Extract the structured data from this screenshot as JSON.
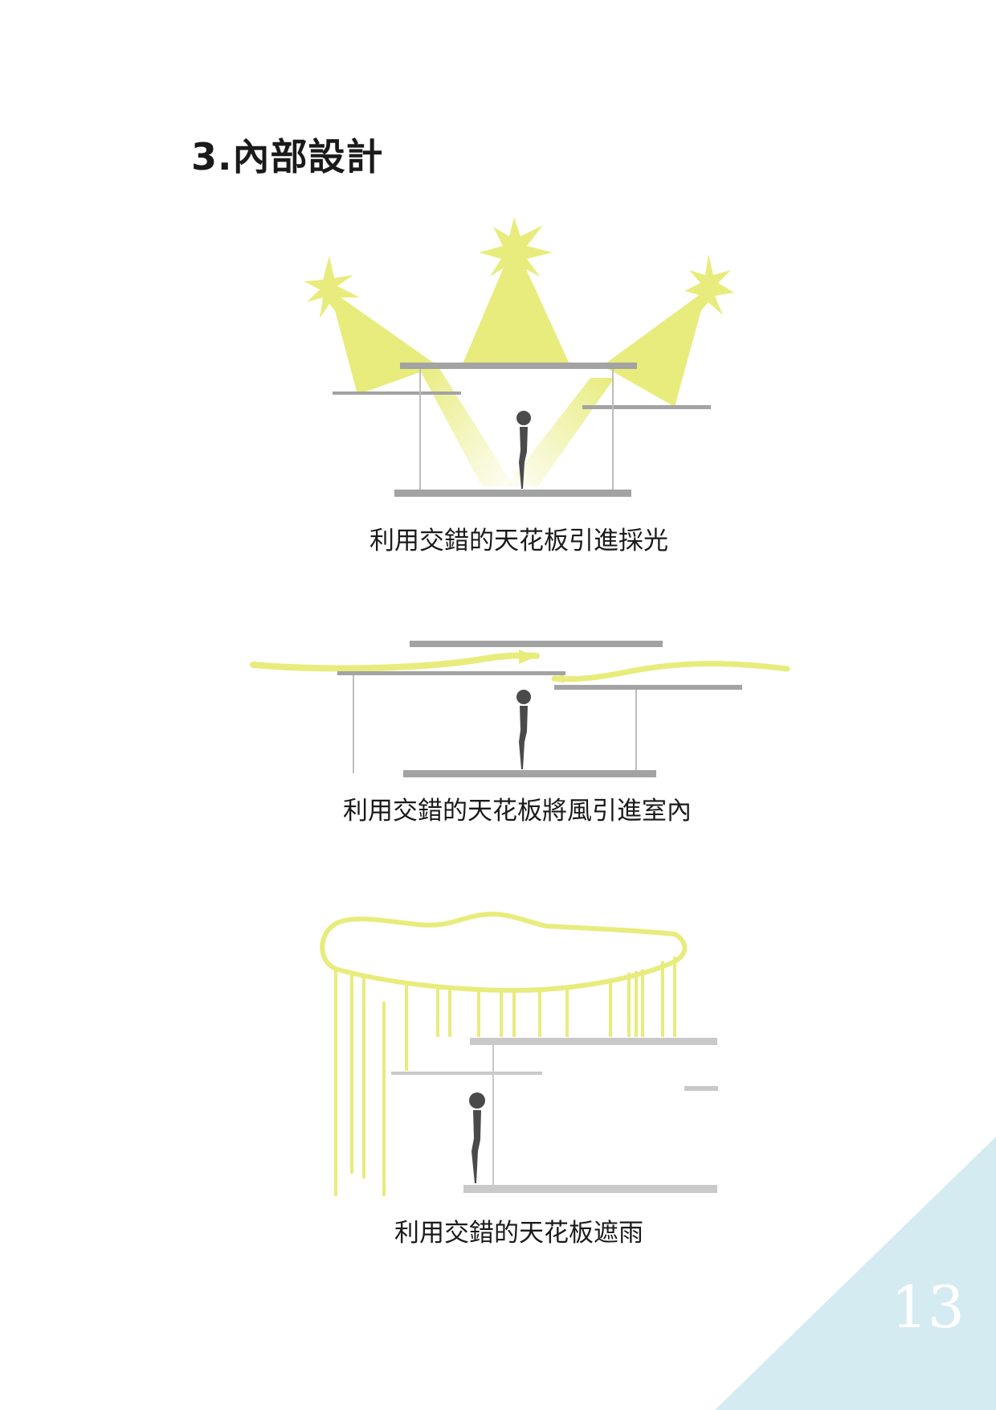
{
  "page": {
    "title": "3.內部設計",
    "page_number": "13"
  },
  "diagrams": [
    {
      "caption": "利用交錯的天花板引進採光"
    },
    {
      "caption": "利用交錯的天花板將風引進室內"
    },
    {
      "caption": "利用交錯的天花板遮雨"
    }
  ],
  "colors": {
    "light_yellow": "#e8ec7c",
    "slab_gray": "#a3a3a3",
    "column_gray": "#bdbdbd",
    "figure_dark": "#4a4a4a",
    "corner_blue": "#d4ebf1"
  }
}
